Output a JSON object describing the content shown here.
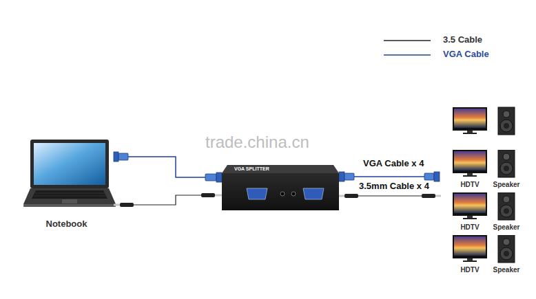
{
  "diagram": {
    "nodes": [
      {
        "text": [
          "Notebook"
        ]
      },
      {
        "text": [
          "VGA SPLITTER"
        ]
      },
      {
        "text": [
          "HDTV"
        ]
      },
      {
        "text": [
          "Speaker"
        ]
      },
      {
        "text": [
          "HDTV"
        ]
      },
      {
        "text": [
          "Speaker"
        ]
      },
      {
        "text": [
          "HDTV"
        ]
      },
      {
        "text": [
          "Speaker"
        ]
      }
    ],
    "edges": [
      {
        "from": 0,
        "to": 1,
        "arrow": "none"
      },
      {
        "from": 0,
        "to": 1,
        "arrow": "none"
      }
    ],
    "labels": [
      "trade.china.cn",
      "VGA Cable x 4",
      "3.5mm Cable x 4"
    ],
    "legend": [
      {
        "text": "3.5 Cable"
      },
      {
        "text": "VGA Cable"
      }
    ]
  }
}
